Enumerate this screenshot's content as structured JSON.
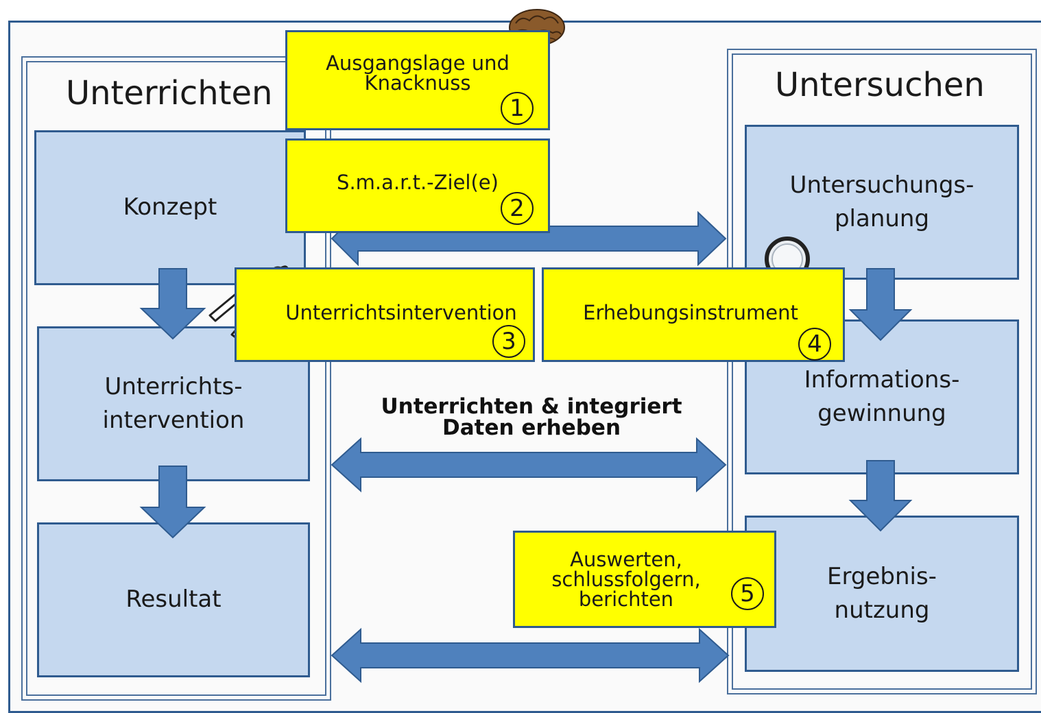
{
  "left_column": {
    "title": "Unterrichten",
    "boxes": [
      "Konzept",
      "Unterrichts-\nintervention",
      "Resultat"
    ]
  },
  "right_column": {
    "title": "Untersuchen",
    "boxes": [
      "Untersuchungs-\nplanung",
      "Informations-\ngewinnung",
      "Ergebnis-\nnutzung"
    ]
  },
  "steps": [
    {
      "label": "Ausgangslage und\nKnacknuss",
      "number": "1"
    },
    {
      "label": "S.m.a.r.t.-Ziel(e)",
      "number": "2"
    },
    {
      "label": "Unterrichtsintervention",
      "number": "3"
    },
    {
      "label": "Erhebungsinstrument",
      "number": "4"
    },
    {
      "label": "Auswerten,\nschlussfolgern,\nberichten",
      "number": "5"
    }
  ],
  "center_label": "Unterrichten & integriert\nDaten erheben",
  "icons": [
    "walnut-icon",
    "nutcracker-icon",
    "magnifier-icon"
  ],
  "colors": {
    "box_fill": "#c5d8ef",
    "box_border": "#2f5b8f",
    "step_fill": "#ffff00",
    "arrow": "#4f81bd"
  }
}
